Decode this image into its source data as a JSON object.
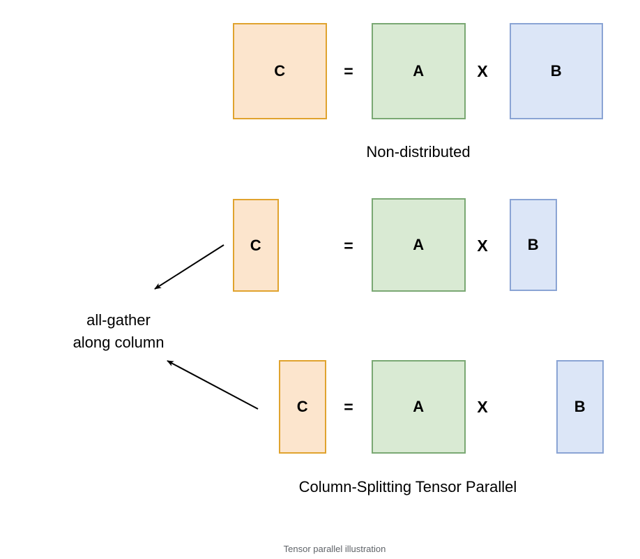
{
  "figure": {
    "caption": "Tensor parallel illustration",
    "colors": {
      "c_fill": "#fce5cd",
      "c_stroke": "#e0a32e",
      "a_fill": "#d9ead3",
      "a_stroke": "#7aa873",
      "b_fill": "#dce6f7",
      "b_stroke": "#8aa4d4",
      "arrow": "#000000",
      "caption_text": "#5f6368"
    }
  },
  "rows": [
    {
      "id": "non-distributed",
      "label": "Non-distributed",
      "result_label": "C",
      "equals_op": "=",
      "left_operand_label": "A",
      "times_op": "X",
      "right_operand_label": "B"
    },
    {
      "id": "column-split-shard-1",
      "label": "",
      "result_label": "C",
      "equals_op": "=",
      "left_operand_label": "A",
      "times_op": "X",
      "right_operand_label": "B"
    },
    {
      "id": "column-split-shard-2",
      "label": "Column-Splitting Tensor Parallel",
      "result_label": "C",
      "equals_op": "=",
      "left_operand_label": "A",
      "times_op": "X",
      "right_operand_label": "B"
    }
  ],
  "annotations": {
    "all_gather_line1": "all-gather",
    "all_gather_line2": "along column"
  }
}
